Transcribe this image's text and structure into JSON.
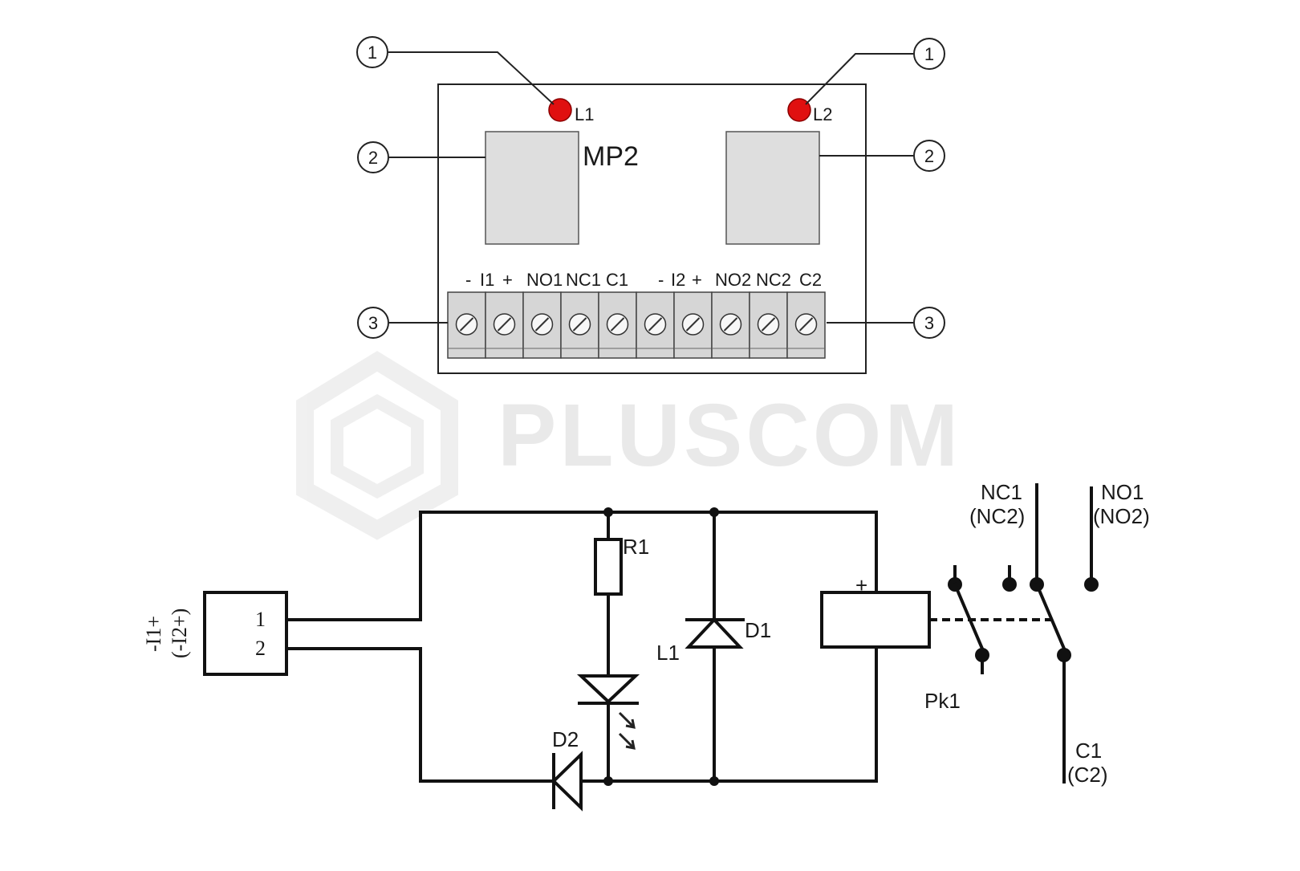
{
  "watermark": {
    "text": "PLUSCOM"
  },
  "board": {
    "title": "MP2",
    "led_labels": [
      "L1",
      "L2"
    ],
    "led_color": "#e01010",
    "terminal_labels": [
      "-",
      "I1",
      "+",
      "NO1",
      "NC1",
      "C1",
      "-",
      "I2",
      "+",
      "NO2",
      "NC2",
      "C2"
    ],
    "terminal_count": 10,
    "callouts": [
      "1",
      "1",
      "2",
      "2",
      "3",
      "3"
    ]
  },
  "schematic": {
    "connector_pins": [
      "1",
      "2"
    ],
    "connector_label_main": "-I1+",
    "connector_label_alt": "(-I2+)",
    "resistor": "R1",
    "led": "L1",
    "diode_d1": "D1",
    "diode_d2": "D2",
    "relay_plus": "+",
    "relay": "Pk1",
    "contact_nc": "NC1",
    "contact_nc_alt": "(NC2)",
    "contact_no": "NO1",
    "contact_no_alt": "(NO2)",
    "contact_c": "C1",
    "contact_c_alt": "(C2)"
  }
}
